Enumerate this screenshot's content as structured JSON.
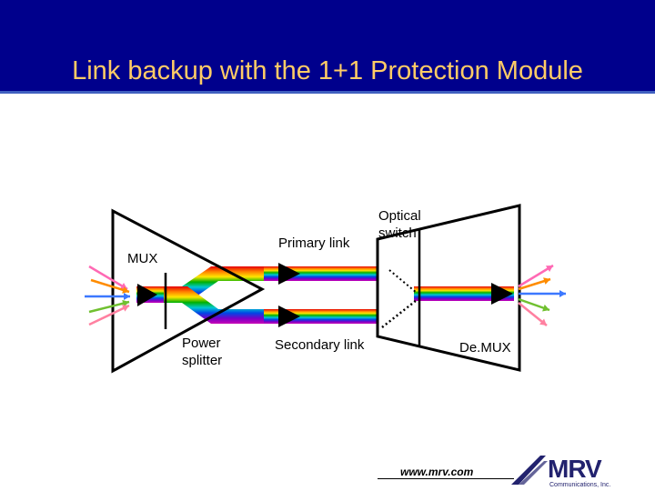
{
  "slide": {
    "title": "Link backup with the 1+1 Protection Module"
  },
  "diagram": {
    "labels": {
      "mux": "MUX",
      "primary_link": "Primary link",
      "optical_switch": "Optical\nswitch",
      "power_splitter": "Power\nsplitter",
      "secondary_link": "Secondary link",
      "demux": "De.MUX"
    },
    "rainbow_colors": [
      "#e60000",
      "#ff8000",
      "#ffe600",
      "#00b000",
      "#00c8d2",
      "#0046e6",
      "#7800c8",
      "#c800b4"
    ],
    "input_arrow_colors": [
      "#ff69b4",
      "#ff8c00",
      "#3c78ff",
      "#70c030",
      "#ff80a0"
    ],
    "output_arrow_colors": [
      "#ff69b4",
      "#ff8c00",
      "#3c78ff",
      "#70c030",
      "#ff80a0"
    ]
  },
  "footer": {
    "url": "www.mrv.com",
    "logo_text": "MRV",
    "logo_subtext": "Communications, Inc."
  },
  "colors": {
    "header_bg": "#00008c",
    "title_text": "#ffcc66",
    "logo_navy": "#22226e"
  }
}
